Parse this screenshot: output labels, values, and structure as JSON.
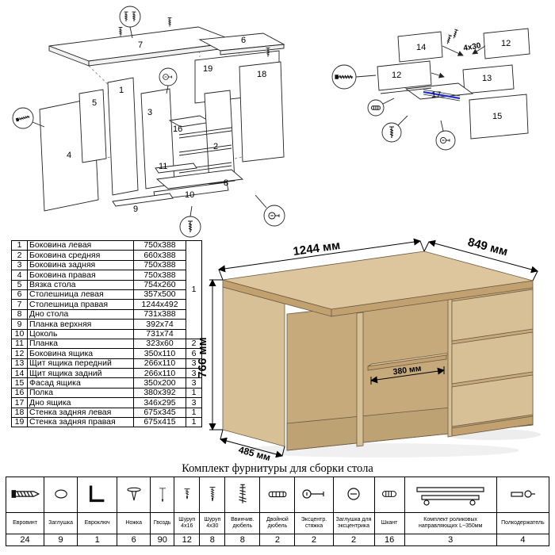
{
  "colors": {
    "wood": "#d8c096",
    "wood_light": "#ddc69e",
    "wood_edge": "#c2a170",
    "interior": "#c7aa7c",
    "interior_dark": "#bda274",
    "drawer_stroke": "#6b5a41",
    "blue_highlight": "#2233cc"
  },
  "parts_table": {
    "merged_qty_rows_1_10": "1",
    "rows": [
      {
        "num": "1",
        "name": "Боковина левая",
        "size": "750x388"
      },
      {
        "num": "2",
        "name": "Боковина средняя",
        "size": "660x388"
      },
      {
        "num": "3",
        "name": "Боковина задняя",
        "size": "750x388"
      },
      {
        "num": "4",
        "name": "Боковина правая",
        "size": "750x388"
      },
      {
        "num": "5",
        "name": "Вязка стола",
        "size": "754x260"
      },
      {
        "num": "6",
        "name": "Столешница левая",
        "size": "357x500"
      },
      {
        "num": "7",
        "name": "Столешница правая",
        "size": "1244x492"
      },
      {
        "num": "8",
        "name": "Дно стола",
        "size": "731x388"
      },
      {
        "num": "9",
        "name": "Планка верхняя",
        "size": "392x74"
      },
      {
        "num": "10",
        "name": "Цоколь",
        "size": "731x74"
      },
      {
        "num": "11",
        "name": "Планка",
        "size": "323x60",
        "qty": "2"
      },
      {
        "num": "12",
        "name": "Боковина ящика",
        "size": "350x110",
        "qty": "6"
      },
      {
        "num": "13",
        "name": "Щит ящика передний",
        "size": "266x110",
        "qty": "3"
      },
      {
        "num": "14",
        "name": "Щит ящика задний",
        "size": "266x110",
        "qty": "3"
      },
      {
        "num": "15",
        "name": "Фасад ящика",
        "size": "350x200",
        "qty": "3"
      },
      {
        "num": "16",
        "name": "Полка",
        "size": "380x392",
        "qty": "1"
      },
      {
        "num": "17",
        "name": "Дно ящика",
        "size": "346x295",
        "qty": "3"
      },
      {
        "num": "18",
        "name": "Стенка задняя левая",
        "size": "675x345",
        "qty": "1"
      },
      {
        "num": "19",
        "name": "Стенка задняя правая",
        "size": "675x415",
        "qty": "1"
      }
    ]
  },
  "desk": {
    "dim_width": "1244 мм",
    "dim_depth": "849 мм",
    "dim_height": "766 мм",
    "dim_shelf": "380 мм",
    "dim_side": "485 мм"
  },
  "exploded_left": {
    "labels": {
      "p1": "1",
      "p2": "2",
      "p3": "3",
      "p4": "4",
      "p5": "5",
      "p6": "6",
      "p7": "7",
      "p8": "8",
      "p9": "9",
      "p10": "10",
      "p11": "11",
      "p16": "16",
      "p18": "18",
      "p19": "19"
    }
  },
  "exploded_right": {
    "labels": {
      "p12a": "12",
      "p12b": "12",
      "p13": "13",
      "p14": "14",
      "p15": "15",
      "p17": "17"
    },
    "screw_note": "4x30"
  },
  "hardware": {
    "title": "Комплект фурнитуры для сборки стола",
    "items": [
      {
        "name": "Евровинт",
        "qty": "24"
      },
      {
        "name": "Заглушка",
        "qty": "9"
      },
      {
        "name": "Евроключ",
        "qty": "1"
      },
      {
        "name": "Ножка",
        "qty": "6"
      },
      {
        "name": "Гвоздь",
        "qty": "90"
      },
      {
        "name": "Шуруп 4x16",
        "qty": "12"
      },
      {
        "name": "Шуруп 4x30",
        "qty": "8"
      },
      {
        "name": "Ввинчив. дюбель",
        "qty": "8"
      },
      {
        "name": "Двойной дюбель",
        "qty": "2"
      },
      {
        "name": "Эксцентр. стяжка",
        "qty": "2"
      },
      {
        "name": "Заглушка для эксцентрика",
        "qty": "2"
      },
      {
        "name": "Шкант",
        "qty": "16"
      },
      {
        "name": "Комплект роликовых направляющих L~350мм",
        "qty": "3"
      },
      {
        "name": "Полкодержатель",
        "qty": "4"
      }
    ]
  }
}
